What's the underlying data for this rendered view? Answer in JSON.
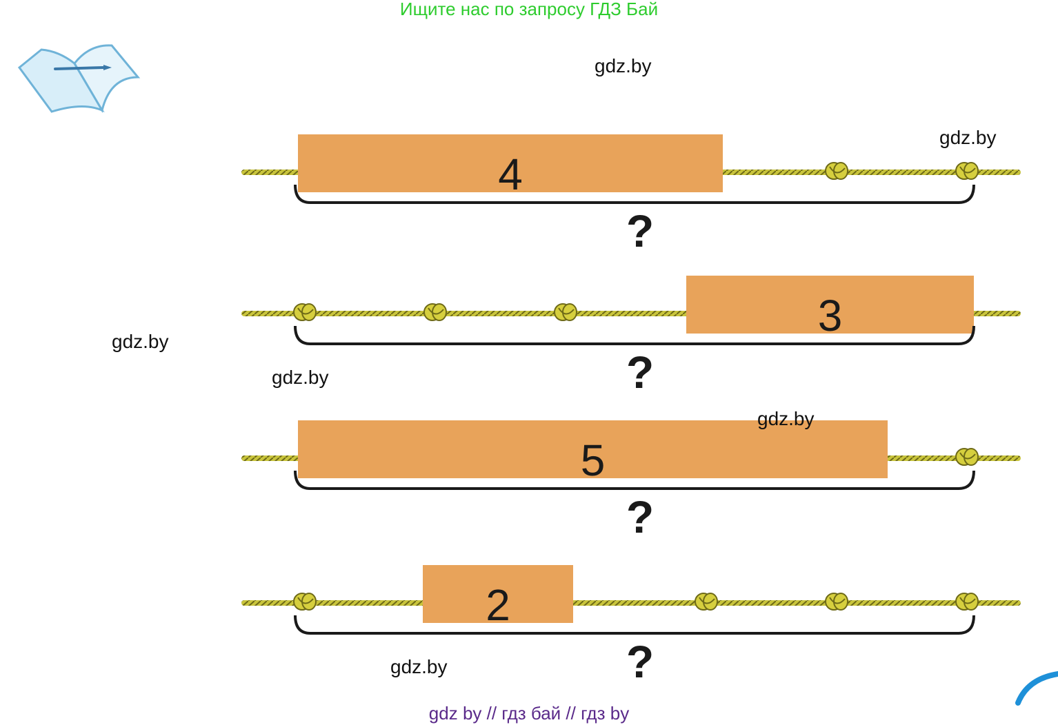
{
  "header": {
    "banner": "Ищите нас по запросу ГДЗ Бай"
  },
  "footer": {
    "banner": "gdz by  //  гдз бай  //  гдз by"
  },
  "watermarks": [
    "gdz.by",
    "gdz.by",
    "gdz.by",
    "gdz.by",
    "gdz.by",
    "gdz.by"
  ],
  "colors": {
    "bar": "#e8a35a",
    "rope": "#c8c43a",
    "knot": "#d6cf3e",
    "dashes": "#5e4a9a",
    "brace": "#1a1a1a"
  },
  "icons": {
    "task": "open-book-pencil-icon",
    "badge": "corner-circle-icon"
  },
  "rows": [
    {
      "value": "4",
      "question": "?",
      "knots_before": 0,
      "knots_after": 2
    },
    {
      "value": "3",
      "question": "?",
      "knots_before": 3,
      "knots_after": 0
    },
    {
      "value": "5",
      "question": "?",
      "knots_before": 0,
      "knots_after": 1
    },
    {
      "value": "2",
      "question": "?",
      "knots_before": 1,
      "knots_after": 3
    }
  ]
}
